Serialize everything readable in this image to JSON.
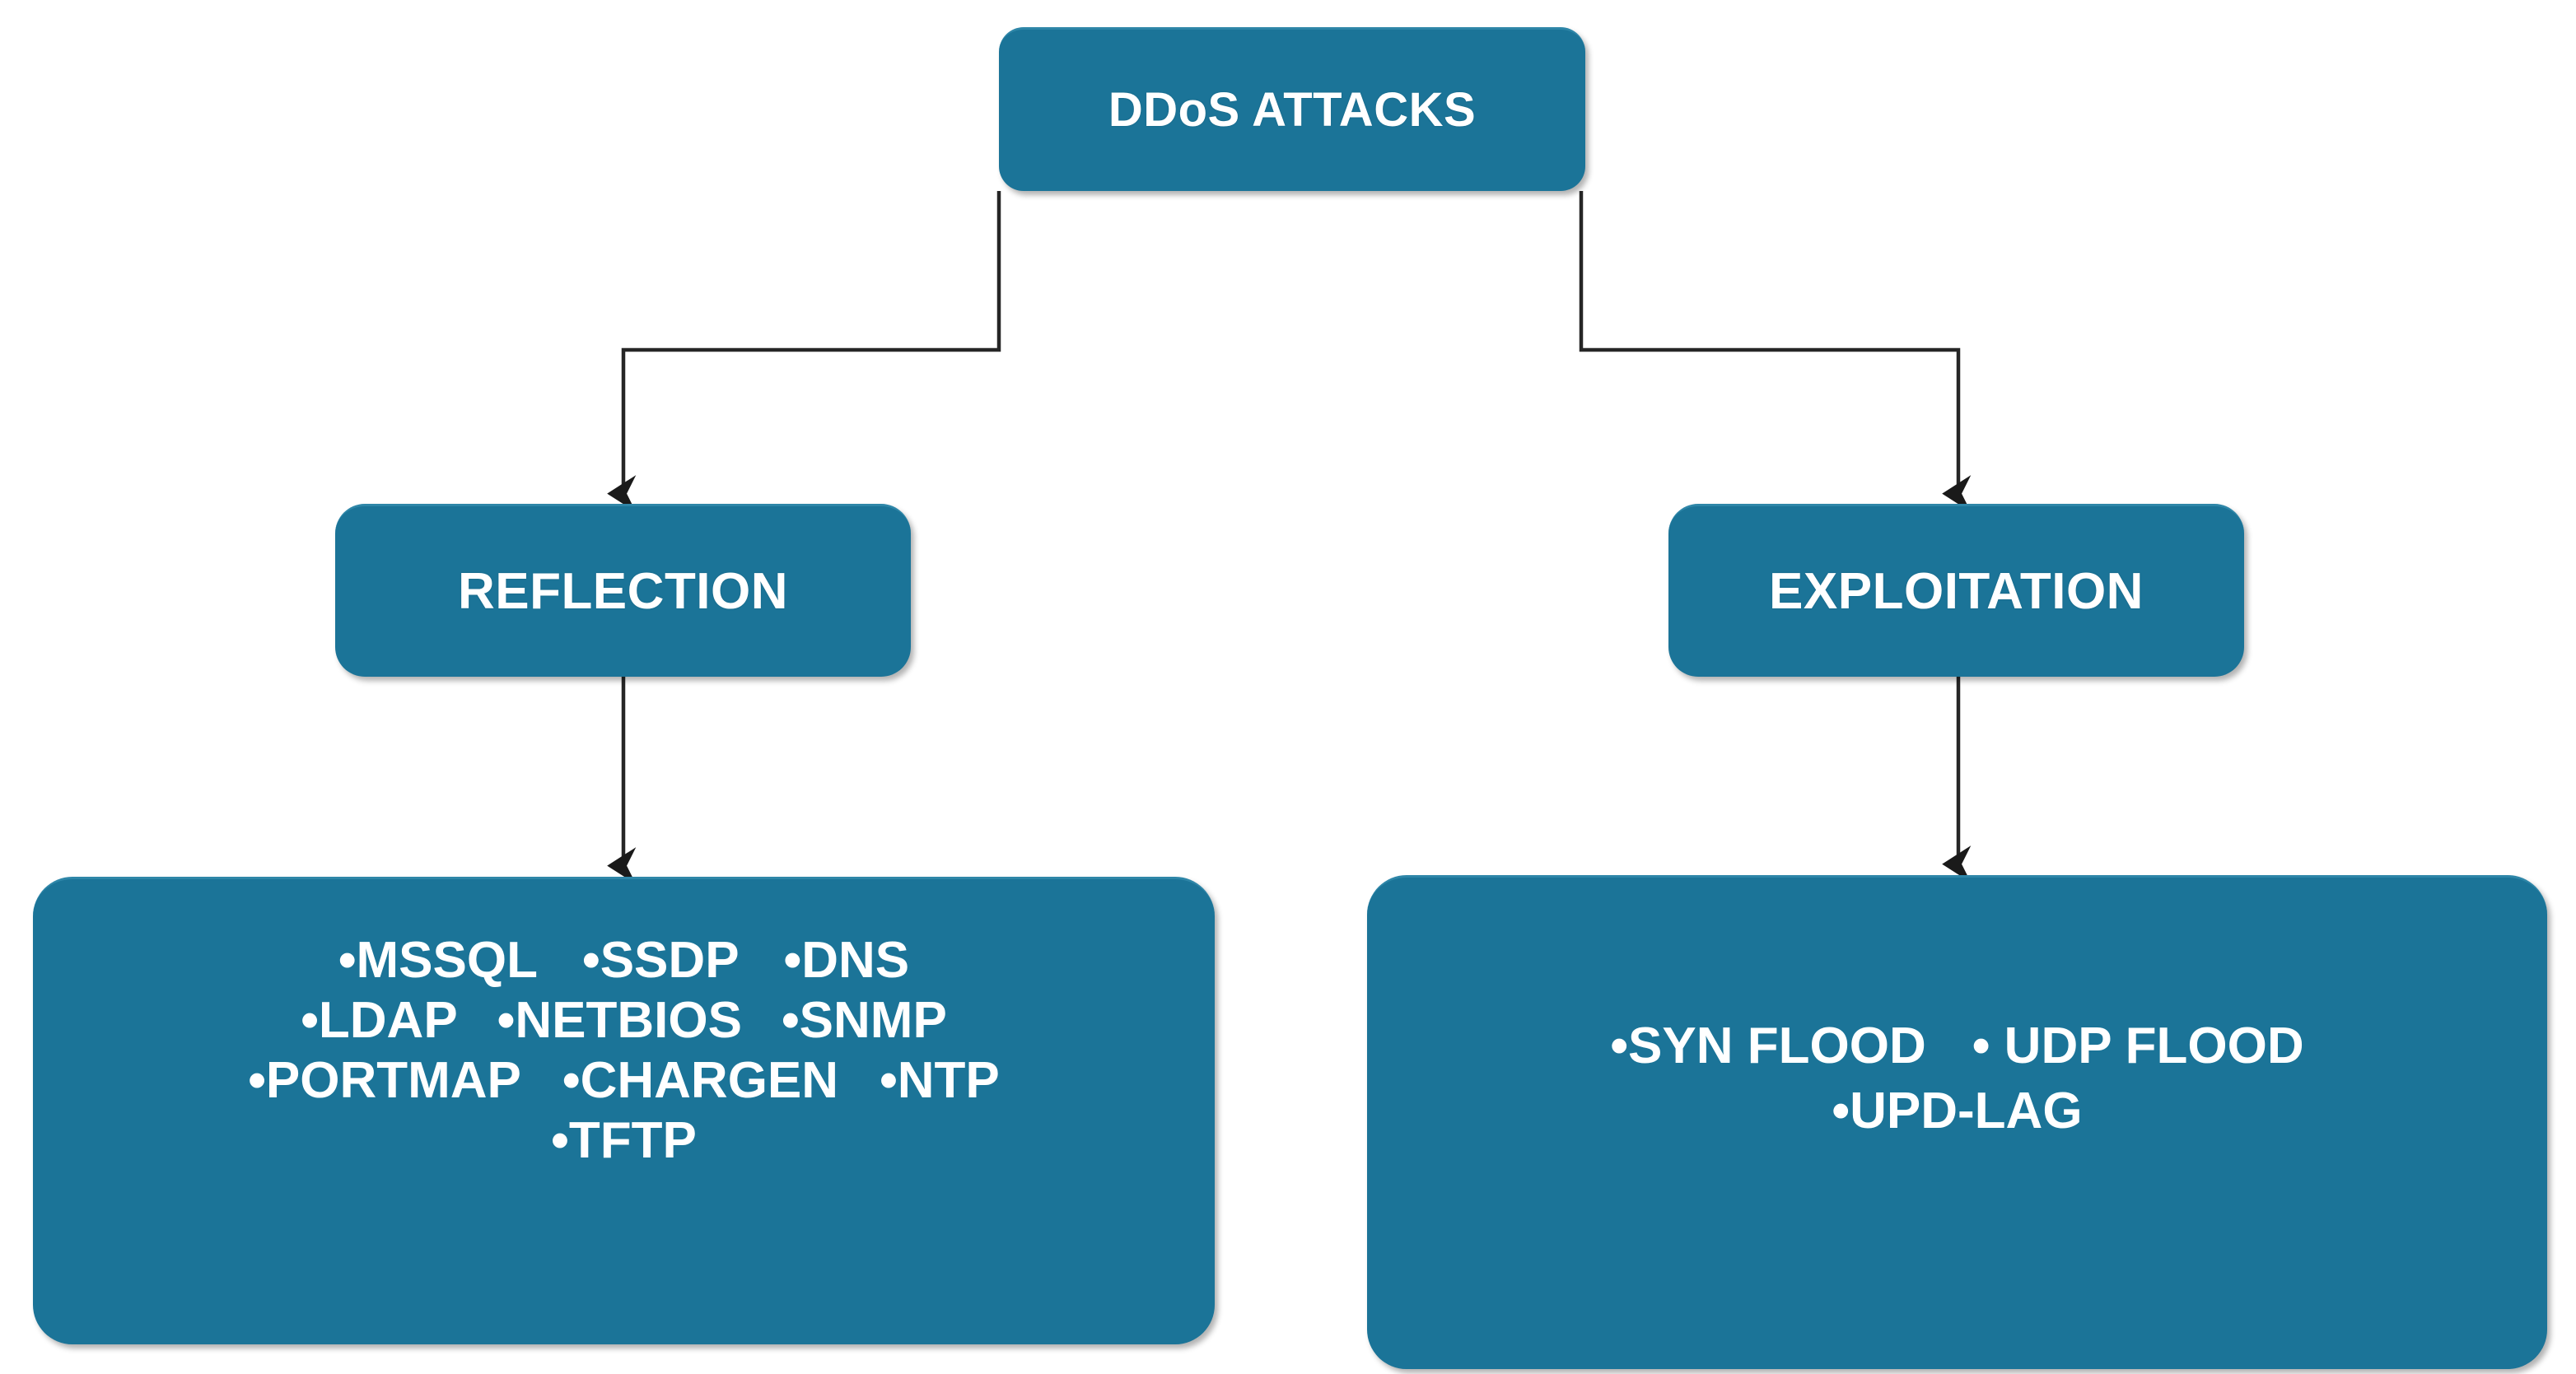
{
  "diagram": {
    "title": "DDoS ATTACKS",
    "background_color": "#FFFFFF",
    "node_color": "#1B7498",
    "node_text_color": "#FFFFFF",
    "connector_color": "#262626",
    "root": {
      "label": "DDoS ATTACKS"
    },
    "branches": [
      {
        "label": "REFLECTION",
        "types": [
          [
            "•MSSQL",
            "•SSDP",
            "•DNS"
          ],
          [
            "•LDAP",
            "•NETBIOS",
            "•SNMP"
          ],
          [
            "•PORTMAP",
            "•CHARGEN",
            "•NTP"
          ],
          [
            "•TFTP"
          ]
        ]
      },
      {
        "label": "EXPLOITATION",
        "types": [
          [
            "•SYN FLOOD",
            "• UDP FLOOD"
          ],
          [
            "•UPD-LAG"
          ]
        ]
      }
    ]
  }
}
